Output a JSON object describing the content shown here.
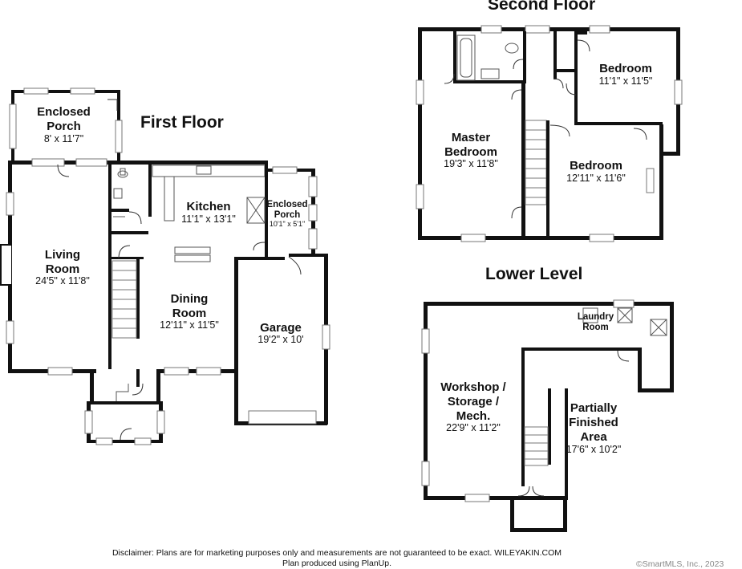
{
  "titles": {
    "first_floor": "First Floor",
    "second_floor": "Second Floor",
    "lower_level": "Lower Level"
  },
  "first_floor": {
    "enclosed_porch": {
      "name": "Enclosed\nPorch",
      "dims": "8' x 11'7\""
    },
    "living_room": {
      "name": "Living\nRoom",
      "dims": "24'5\" x 11'8\""
    },
    "kitchen": {
      "name": "Kitchen",
      "dims": "11'1\" x 13'1\""
    },
    "enclosed_porch_small": {
      "name": "Enclosed\nPorch",
      "dims": "10'1\" x 5'1\""
    },
    "dining_room": {
      "name": "Dining\nRoom",
      "dims": "12'11\" x 11'5\""
    },
    "garage": {
      "name": "Garage",
      "dims": "19'2\" x 10'"
    }
  },
  "second_floor": {
    "master_bedroom": {
      "name": "Master\nBedroom",
      "dims": "19'3\" x 11'8\""
    },
    "bedroom_1": {
      "name": "Bedroom",
      "dims": "11'1\" x 11'5\""
    },
    "bedroom_2": {
      "name": "Bedroom",
      "dims": "12'11\" x 11'6\""
    }
  },
  "lower_level": {
    "laundry": {
      "name": "Laundry\nRoom"
    },
    "workshop": {
      "name": "Workshop /\nStorage /\nMech.",
      "dims": "22'9\" x 11'2\""
    },
    "partially_finished": {
      "name": "Partially\nFinished\nArea",
      "dims": "17'6\" x 10'2\""
    }
  },
  "footer": {
    "disclaimer": "Disclaimer: Plans are for marketing purposes only and measurements are not guaranteed to be exact. WILEYAKIN.COM",
    "produced_by": "Plan produced using PlanUp.",
    "copyright": "©SmartMLS, Inc., 2023"
  }
}
